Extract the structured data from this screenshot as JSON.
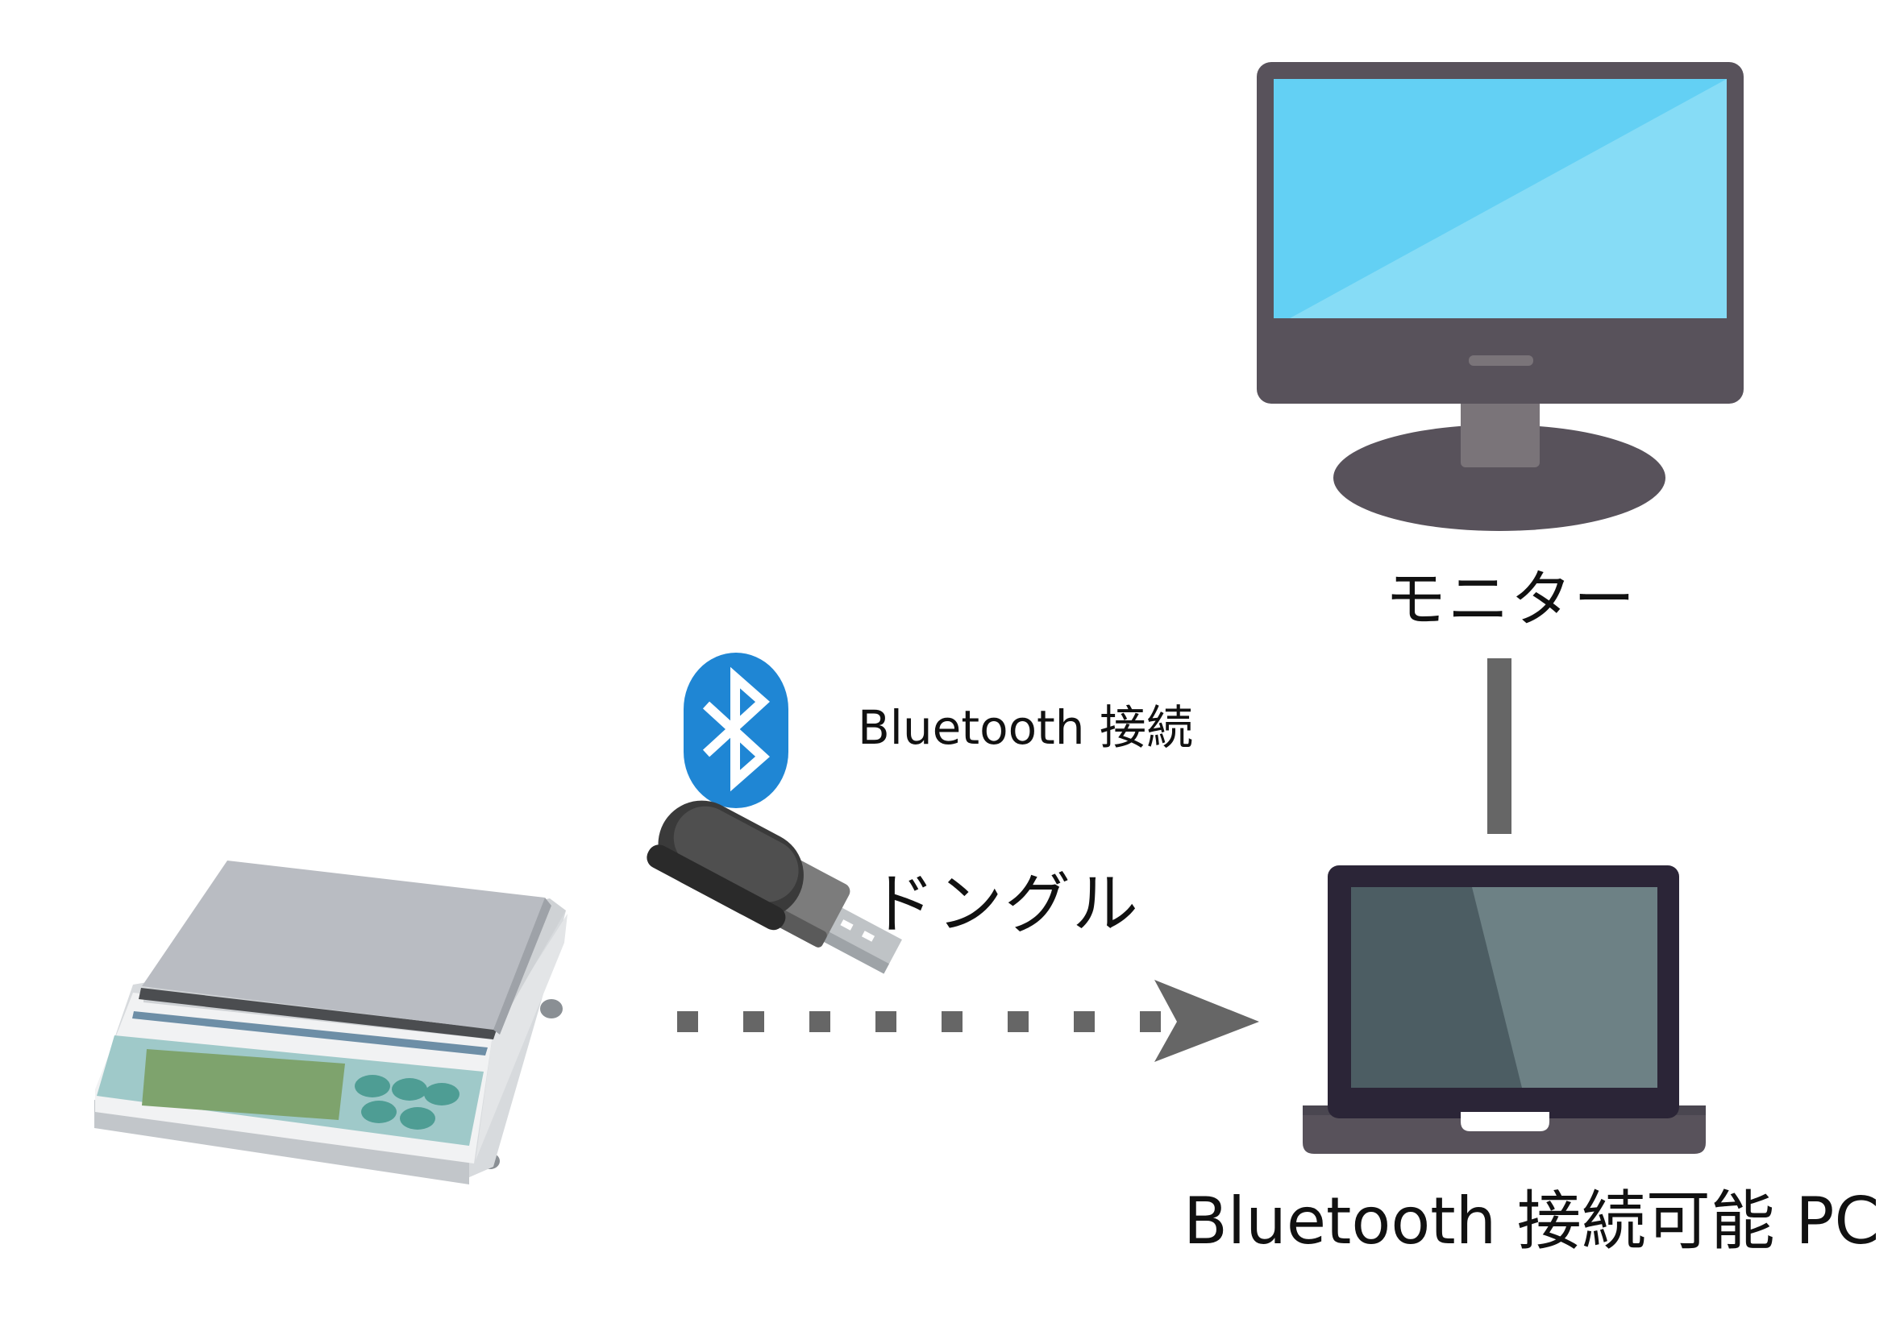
{
  "labels": {
    "monitor": "モニター",
    "bluetooth_connection": "Bluetooth 接続",
    "dongle": "ドングル",
    "pc": "Bluetooth 接続可能 PC"
  },
  "icons": {
    "scale": "digital-scale-icon",
    "bluetooth": "bluetooth-icon",
    "dongle": "usb-dongle-icon",
    "monitor": "monitor-icon",
    "laptop": "laptop-icon",
    "arrow": "dashed-arrow-icon"
  },
  "colors": {
    "bluetooth_blue": "#1f86d4",
    "monitor_body": "#58525b",
    "monitor_screen": "#63d0f4",
    "laptop_body": "#2b2537",
    "laptop_screen": "#4c5d63",
    "connector_gray": "#666666"
  }
}
